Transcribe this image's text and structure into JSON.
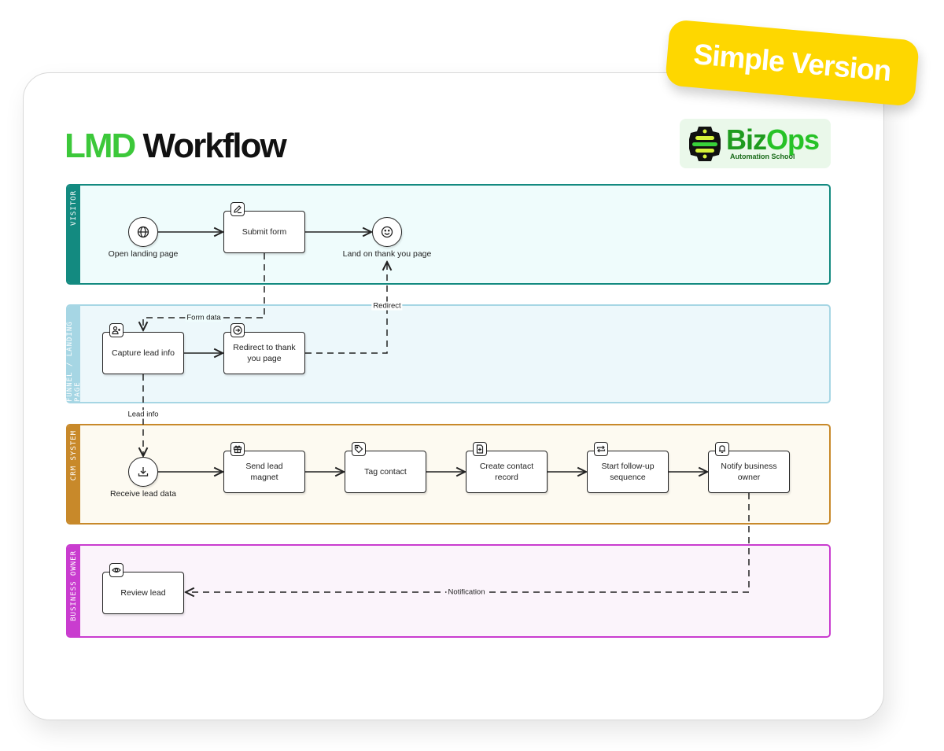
{
  "badge": {
    "label": "Simple Version",
    "color": "#fed700"
  },
  "title": {
    "part1": "LMD",
    "part2": "Workflow",
    "accent": "#3cc83a"
  },
  "logo": {
    "name_part1": "Biz",
    "name_part2": "Ops",
    "subtitle": "Automation School"
  },
  "lanes": [
    {
      "id": "visitor",
      "label": "VISITOR",
      "border": "#138a80",
      "bg": "#effcfc"
    },
    {
      "id": "funnel",
      "label": "FUNNEL / LANDING PAGE",
      "border": "#a6d6e4",
      "bg": "#edf8fb"
    },
    {
      "id": "crm",
      "label": "CRM SYSTEM",
      "border": "#c8892a",
      "bg": "#fdfaf1"
    },
    {
      "id": "owner",
      "label": "BUSINESS OWNER",
      "border": "#c93ccf",
      "bg": "#fbf4fb"
    }
  ],
  "nodes": {
    "open_landing": {
      "label": "Open landing page",
      "icon": "globe-icon"
    },
    "submit_form": {
      "label": "Submit form",
      "icon": "pencil-icon"
    },
    "land_thank_you": {
      "label": "Land on thank you page",
      "icon": "smile-icon"
    },
    "capture_lead": {
      "label": "Capture lead info",
      "icon": "user-plus-icon"
    },
    "redirect": {
      "label": "Redirect to thank you page",
      "icon": "arrow-right-circle-icon"
    },
    "receive_lead": {
      "label": "Receive lead data",
      "icon": "download-icon"
    },
    "send_magnet": {
      "label": "Send lead magnet",
      "icon": "gift-icon"
    },
    "tag_contact": {
      "label": "Tag contact",
      "icon": "tag-icon"
    },
    "create_record": {
      "label": "Create contact record",
      "icon": "file-plus-icon"
    },
    "follow_up": {
      "label": "Start follow-up sequence",
      "icon": "repeat-icon"
    },
    "notify_owner": {
      "label": "Notify business owner",
      "icon": "bell-icon"
    },
    "review_lead": {
      "label": "Review lead",
      "icon": "eye-icon"
    }
  },
  "edge_labels": {
    "form_data": "Form data",
    "redirect": "Redirect",
    "lead_info": "Lead info",
    "notification": "Notification"
  }
}
